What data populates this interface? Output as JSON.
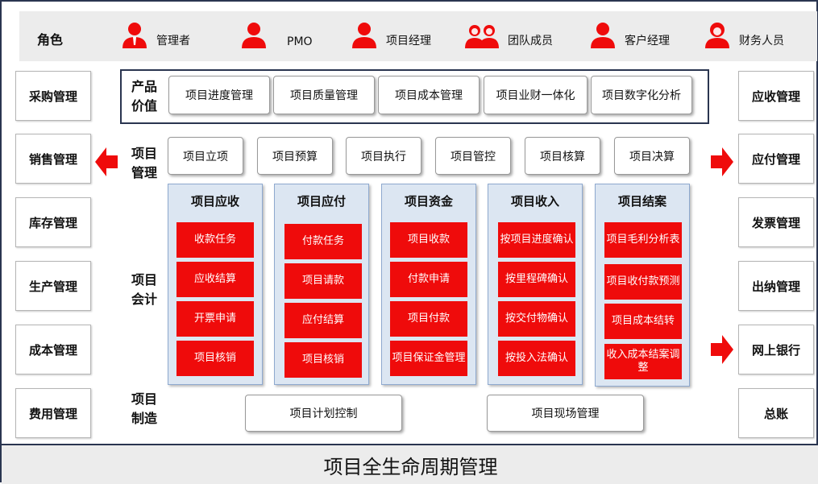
{
  "roles": {
    "title": "角色",
    "items": [
      {
        "label": "管理者",
        "icon": "manager-icon"
      },
      {
        "label": "PMO",
        "icon": "person-icon"
      },
      {
        "label": "项目经理",
        "icon": "person-icon"
      },
      {
        "label": "团队成员",
        "icon": "team-icon"
      },
      {
        "label": "客户经理",
        "icon": "person-icon"
      },
      {
        "label": "财务人员",
        "icon": "female-person-icon"
      }
    ]
  },
  "left_modules": [
    "采购管理",
    "销售管理",
    "库存管理",
    "生产管理",
    "成本管理",
    "费用管理"
  ],
  "right_modules": [
    "应收管理",
    "应付管理",
    "发票管理",
    "出纳管理",
    "网上银行",
    "总账"
  ],
  "product_value": {
    "label_line1": "产品",
    "label_line2": "价值",
    "items": [
      "项目进度管理",
      "项目质量管理",
      "项目成本管理",
      "项目业财一体化",
      "项目数字化分析"
    ]
  },
  "project_management": {
    "label_line1": "项目",
    "label_line2": "管理",
    "items": [
      "项目立项",
      "项目预算",
      "项目执行",
      "项目管控",
      "项目核算",
      "项目决算"
    ]
  },
  "project_accounting": {
    "label_line1": "项目",
    "label_line2": "会计",
    "columns": [
      {
        "title": "项目应收",
        "cells": [
          "收款任务",
          "应收结算",
          "开票申请",
          "项目核销"
        ]
      },
      {
        "title": "项目应付",
        "cells": [
          "付款任务",
          "项目请款",
          "应付结算",
          "项目核销"
        ]
      },
      {
        "title": "项目资金",
        "cells": [
          "项目收款",
          "付款申请",
          "项目付款",
          "项目保证金管理"
        ]
      },
      {
        "title": "项目收入",
        "cells": [
          "按项目进度确认",
          "按里程碑确认",
          "按交付物确认",
          "按投入法确认"
        ]
      },
      {
        "title": "项目结案",
        "cells": [
          "项目毛利分析表",
          "项目收付款预测",
          "项目成本结转",
          "收入成本结案调整"
        ]
      }
    ]
  },
  "project_manufacturing": {
    "label_line1": "项目",
    "label_line2": "制造",
    "items": [
      "项目计划控制",
      "项目现场管理"
    ]
  },
  "footer": {
    "title": "项目全生命周期管理"
  },
  "colors": {
    "accent_red": "#ef0b0b",
    "panel_blue": "#dce6f2",
    "border_navy": "#2a3550"
  }
}
